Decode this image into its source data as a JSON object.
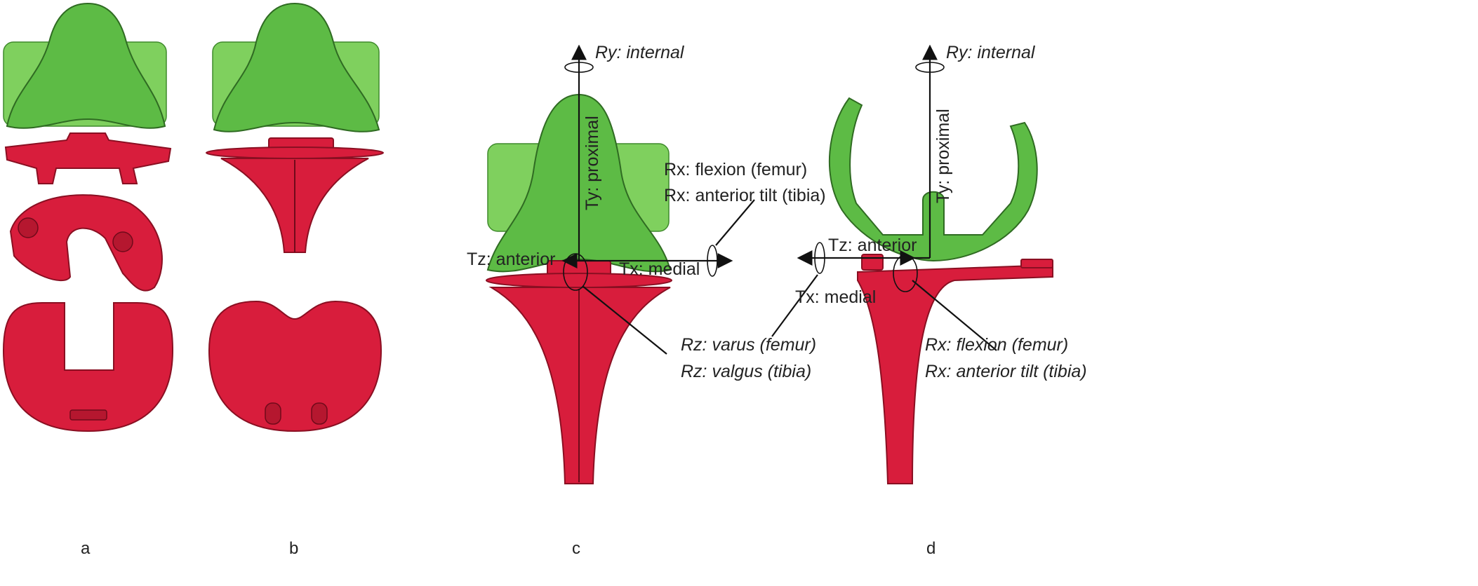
{
  "panels": {
    "a": "a",
    "b": "b",
    "c": "c",
    "d": "d"
  },
  "colors": {
    "femoral_component": "#5dbb45",
    "tibial_component": "#d81d3c",
    "axes": "#111111"
  },
  "panel_c": {
    "ry": "Ry: internal",
    "ty": "Ty: proximal",
    "rx_femur": "Rx: flexion (femur)",
    "rx_tibia": "Rx: anterior tilt (tibia)",
    "tz": "Tz: anterior",
    "tx": "Tx: medial",
    "rz_femur": "Rz: varus (femur)",
    "rz_tibia": "Rz: valgus (tibia)"
  },
  "panel_d": {
    "ry": "Ry: internal",
    "ty": "Ty: proximal",
    "tz": "Tz: anterior",
    "tx": "Tx: medial",
    "rx_femur": "Rx: flexion (femur)",
    "rx_tibia": "Rx: anterior tilt (tibia)"
  }
}
